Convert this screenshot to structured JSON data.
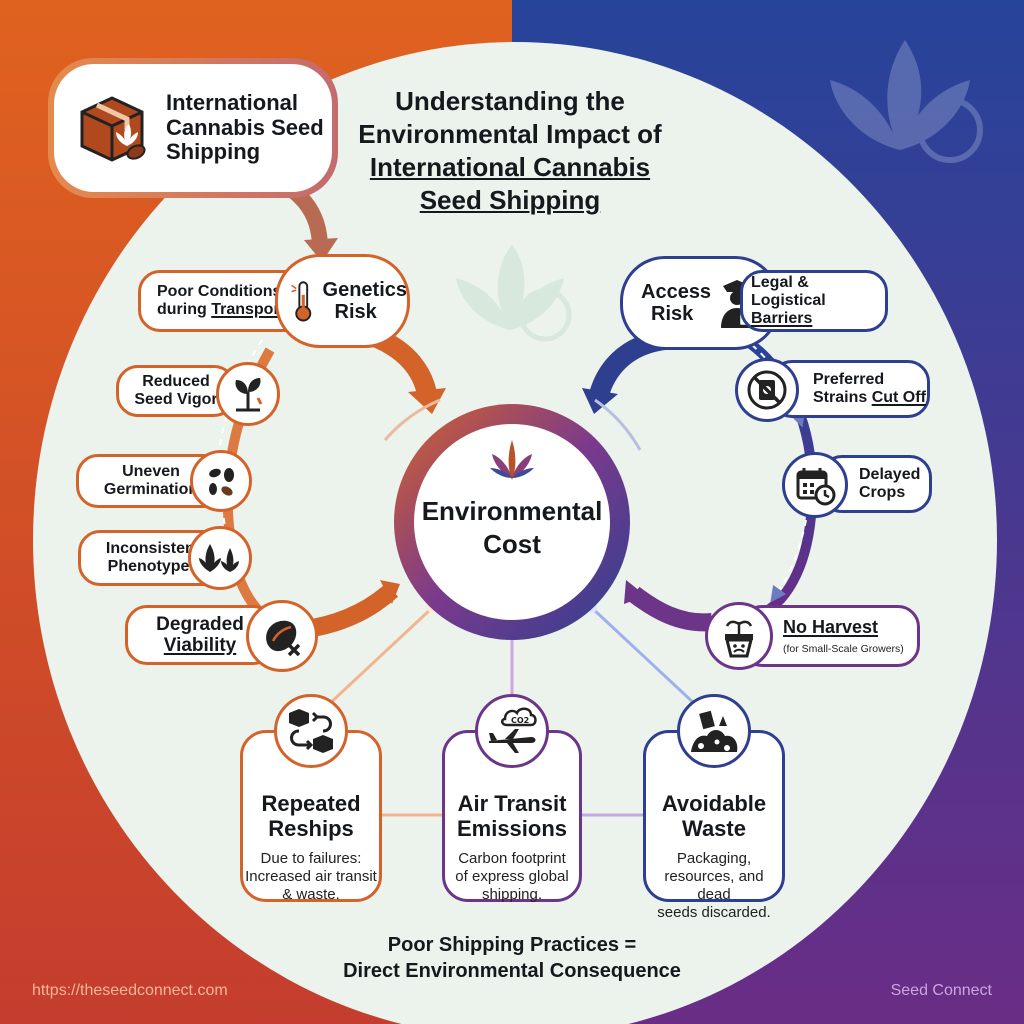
{
  "title": {
    "line1": "Understanding the",
    "line2": "Environmental Impact of",
    "line3": "International Cannabis",
    "line4": "Seed Shipping"
  },
  "source_box": {
    "line1": "International",
    "line2": "Cannabis Seed",
    "line3": "Shipping",
    "icon": "package-cannabis-icon"
  },
  "center": {
    "line1": "Environmental",
    "line2": "Cost",
    "icon": "cannabis-leaf-icon"
  },
  "genetics": {
    "label_line1": "Genetics",
    "label_line2": "Risk",
    "cause_line1": "Poor Conditions",
    "cause_line2a": "during ",
    "cause_line2b": "Transport",
    "icon": "thermometer-icon",
    "chain": [
      {
        "line1": "Reduced",
        "line2": "Seed Vigor",
        "icon": "seedling-icon"
      },
      {
        "line1": "Uneven",
        "line2": "Germination",
        "icon": "seeds-icon"
      },
      {
        "line1": "Inconsistent",
        "line2": "Phenotypes",
        "icon": "plants-icon"
      },
      {
        "line1": "Degraded",
        "line2": "Viability",
        "icon": "dead-seed-icon"
      }
    ]
  },
  "access": {
    "label_line1": "Access",
    "label_line2": "Risk",
    "cause_line1": "Legal & Logistical",
    "cause_line2": "Barriers",
    "icon": "officer-lock-icon",
    "chain": [
      {
        "line1": "Preferred",
        "line2a": "Strains ",
        "line2b": "Cut Off",
        "icon": "blocked-package-icon"
      },
      {
        "line1": "Delayed",
        "line2": "Crops",
        "icon": "calendar-clock-icon"
      }
    ],
    "no_harvest": {
      "title": "No Harvest",
      "sub": "(for Small-Scale Growers)",
      "icon": "sad-pot-icon"
    }
  },
  "cards": [
    {
      "title1": "Repeated",
      "title2": "Reships",
      "desc1": "Due to failures:",
      "desc2": "Increased air transit",
      "desc3": "& waste.",
      "icon": "reship-boxes-icon"
    },
    {
      "title1": "Air Transit",
      "title2": "Emissions",
      "desc1": "Carbon footprint",
      "desc2": "of express global",
      "desc3": "shipping.",
      "icon": "airplane-co2-icon"
    },
    {
      "title1": "Avoidable",
      "title2": "Waste",
      "desc1": "Packaging,",
      "desc2": "resources, and dead",
      "desc3": "seeds discarded.",
      "icon": "waste-pile-icon"
    }
  ],
  "co2_text": "CO2",
  "footer": {
    "line1": "Poor Shipping Practices =",
    "line2": "Direct Environmental Consequence",
    "url": "https://theseedconnect.com",
    "brand": "Seed Connect"
  },
  "colors": {
    "orange": "#d4632a",
    "navy": "#2e3f8f",
    "purple": "#6c3589",
    "circle_fill": "#ebf3ec"
  }
}
